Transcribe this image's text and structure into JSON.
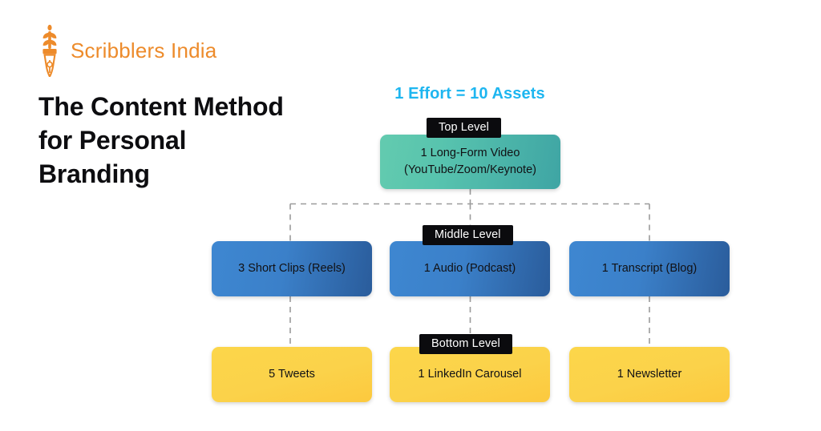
{
  "brand": {
    "name": "Scribblers India",
    "logo_icon": "wheat-quill-pen-icon",
    "color": "#ED8B2B"
  },
  "headline": {
    "line1": "The Content Method",
    "line2": "for Personal",
    "line3": "Branding"
  },
  "diagram": {
    "kicker": "1 Effort = 10 Assets",
    "kicker_color": "#1EB6F0",
    "levels": [
      {
        "badge": "Top Level",
        "color": "#4FBFA9",
        "nodes": [
          {
            "line1": "1 Long-Form Video",
            "line2": "(YouTube/Zoom/Keynote)"
          }
        ]
      },
      {
        "badge": "Middle Level",
        "color": "#3A7FC8",
        "nodes": [
          {
            "line1": "3 Short Clips (Reels)",
            "line2": ""
          },
          {
            "line1": "1 Audio (Podcast)",
            "line2": ""
          },
          {
            "line1": "1 Transcript (Blog)",
            "line2": ""
          }
        ]
      },
      {
        "badge": "Bottom Level",
        "color": "#FBD24A",
        "nodes": [
          {
            "line1": "5 Tweets",
            "line2": ""
          },
          {
            "line1": "1 LinkedIn Carousel",
            "line2": ""
          },
          {
            "line1": "1 Newsletter",
            "line2": ""
          }
        ]
      }
    ]
  }
}
